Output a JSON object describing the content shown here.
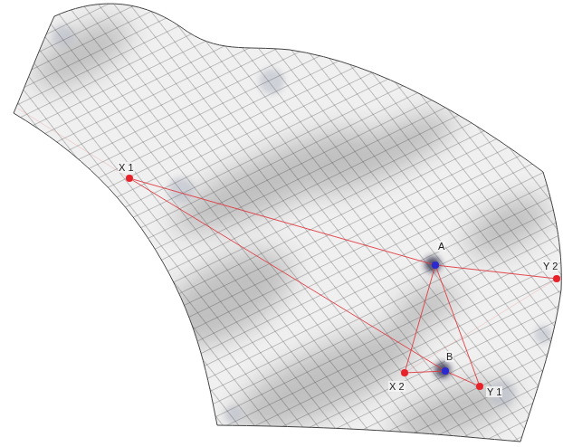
{
  "diagram": {
    "nodes": [
      {
        "text": [
          "X 1"
        ]
      },
      {
        "text": [
          "A"
        ]
      },
      {
        "text": [
          "Y 2"
        ]
      },
      {
        "text": [
          "B"
        ]
      },
      {
        "text": [
          "X 2"
        ]
      },
      {
        "text": [
          "Y 1"
        ]
      }
    ],
    "edges": [
      {
        "from": 0,
        "to": 1,
        "arrow": "none"
      },
      {
        "from": 1,
        "to": 2,
        "arrow": "none"
      },
      {
        "from": 0,
        "to": 3,
        "arrow": "none"
      },
      {
        "from": 1,
        "to": 4,
        "arrow": "none"
      },
      {
        "from": 1,
        "to": 5,
        "arrow": "none"
      },
      {
        "from": 3,
        "to": 4,
        "arrow": "none"
      },
      {
        "from": 3,
        "to": 5,
        "arrow": "none"
      }
    ]
  }
}
